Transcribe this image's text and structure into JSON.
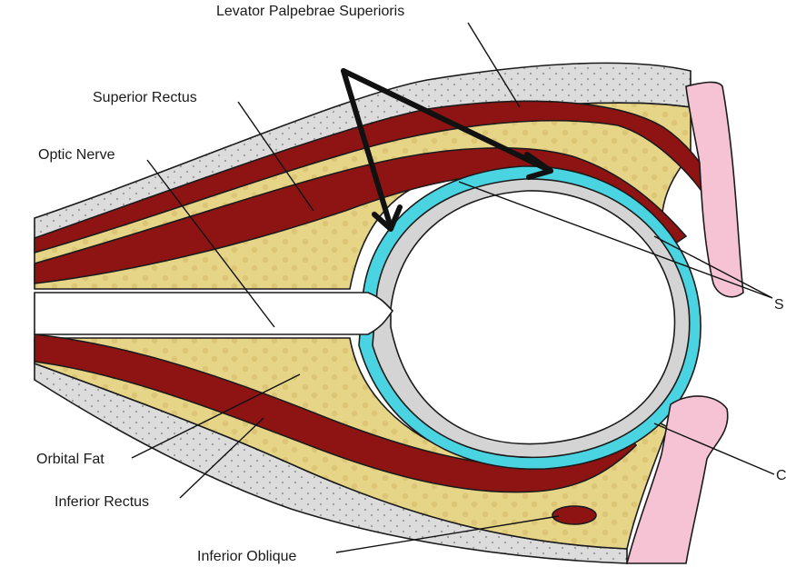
{
  "labels": {
    "levator": "Levator Palpebrae Superioris",
    "superior_rectus": "Superior Rectus",
    "optic_nerve": "Optic Nerve",
    "orbital_fat": "Orbital Fat",
    "inferior_rectus": "Inferior Rectus",
    "inferior_oblique": "Inferior Oblique",
    "cut_right_upper": "S",
    "cut_right_lower": "C"
  },
  "colors": {
    "bone": "#dcdcdc",
    "fat": "#e6d487",
    "muscle": "#8e1414",
    "sclera": "#d4d4d4",
    "tenon_space": "#4ad3e0",
    "eyelid": "#f5c3d3",
    "arrow": "#111111"
  }
}
